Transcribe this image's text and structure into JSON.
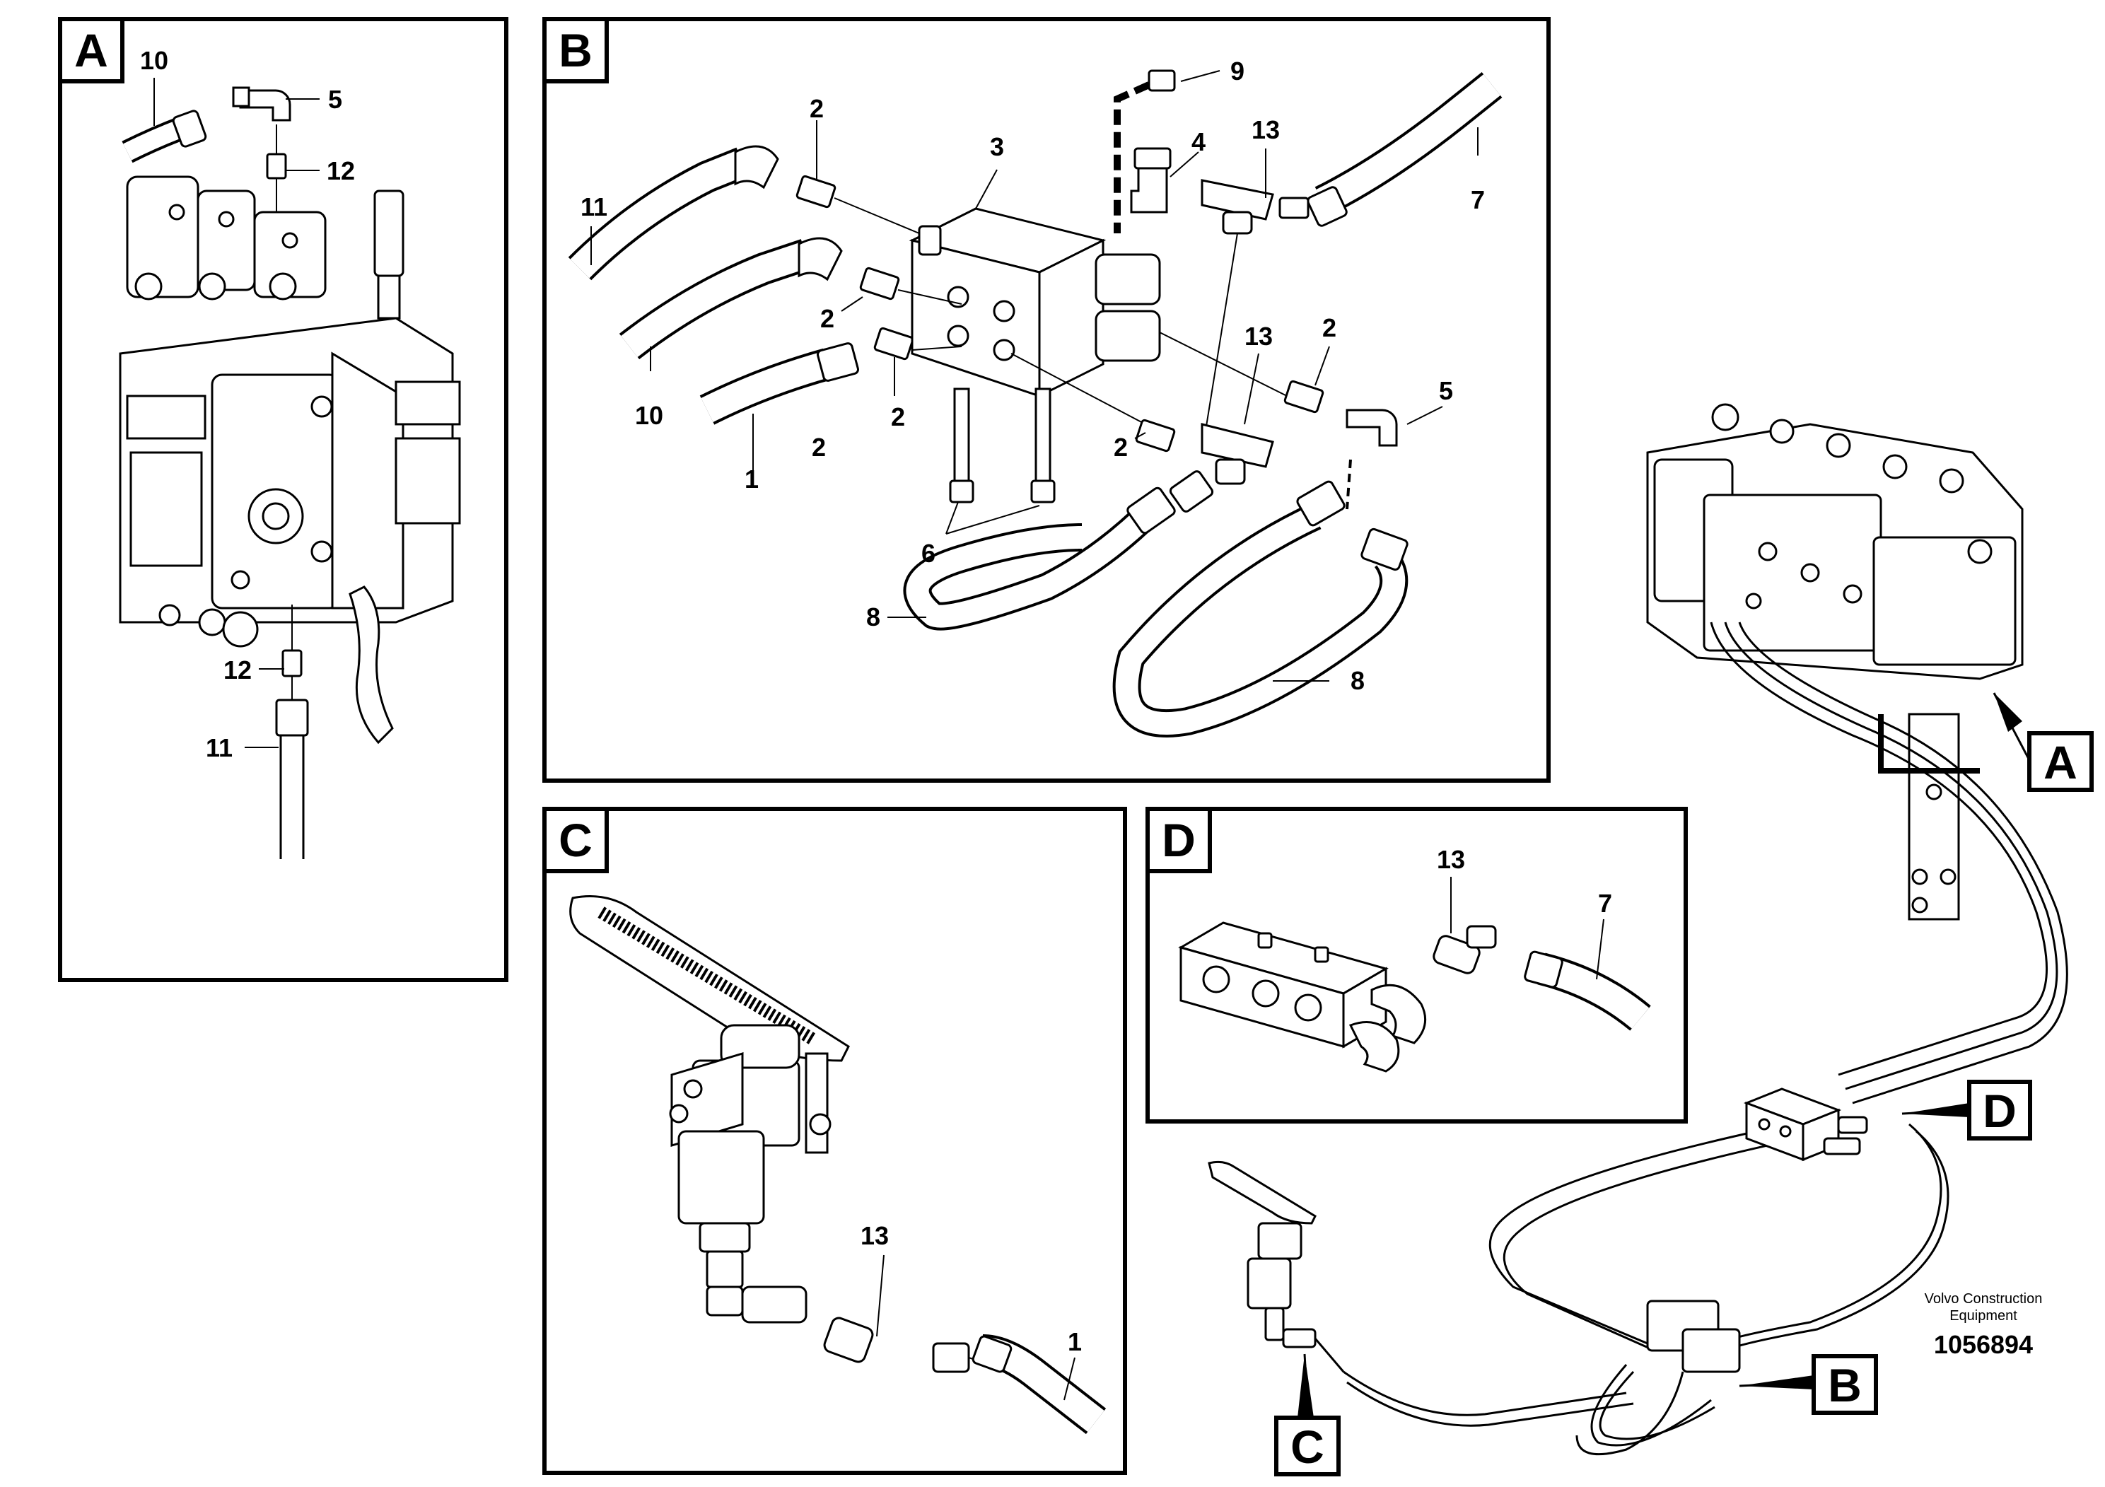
{
  "panels": {
    "A": {
      "letter": "A",
      "callouts": {
        "c10": "10",
        "c5": "5",
        "c12a": "12",
        "c12b": "12",
        "c11": "11"
      }
    },
    "B": {
      "letter": "B",
      "callouts": {
        "c9": "9",
        "c2a": "2",
        "c3": "3",
        "c4": "4",
        "c13a": "13",
        "c11": "11",
        "c7": "7",
        "c2b": "2",
        "c2c": "2",
        "c13b": "13",
        "c2d": "2",
        "c5": "5",
        "c10": "10",
        "c2e": "2",
        "c2f": "2",
        "c1": "1",
        "c6": "6",
        "c8a": "8",
        "c8b": "8"
      }
    },
    "C": {
      "letter": "C",
      "callouts": {
        "c13": "13",
        "c1": "1"
      }
    },
    "D": {
      "letter": "D",
      "callouts": {
        "c13": "13",
        "c7": "7"
      }
    }
  },
  "overview_flags": {
    "A": "A",
    "B": "B",
    "C": "C",
    "D": "D"
  },
  "reference": {
    "manufacturer_line1": "Volvo Construction",
    "manufacturer_line2": "Equipment",
    "document_number": "1056894"
  }
}
